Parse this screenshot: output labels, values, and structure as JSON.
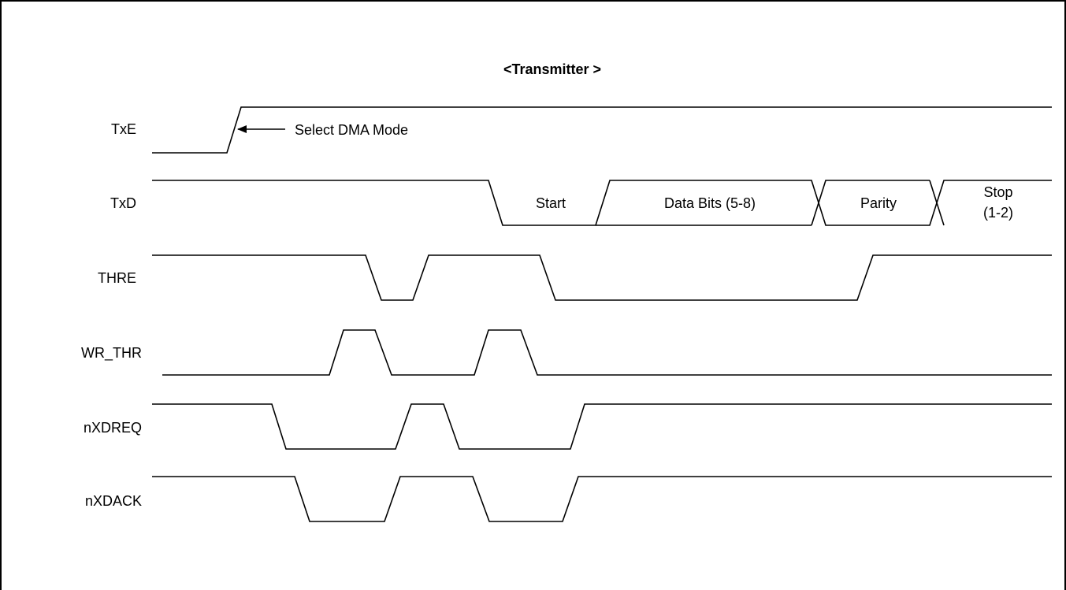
{
  "title": "<Transmitter >",
  "annotation": "Select DMA Mode",
  "signals": {
    "txe": "TxE",
    "txd": "TxD",
    "thre": "THRE",
    "wr_thr": "WR_THR",
    "nxdreq": "nXDREQ",
    "nxdack": "nXDACK"
  },
  "txd_fields": {
    "start": "Start",
    "data": "Data Bits (5-8)",
    "parity": "Parity",
    "stop_line1": "Stop",
    "stop_line2": "(1-2)"
  },
  "colors": {
    "line": "#000000",
    "background": "#ffffff"
  }
}
